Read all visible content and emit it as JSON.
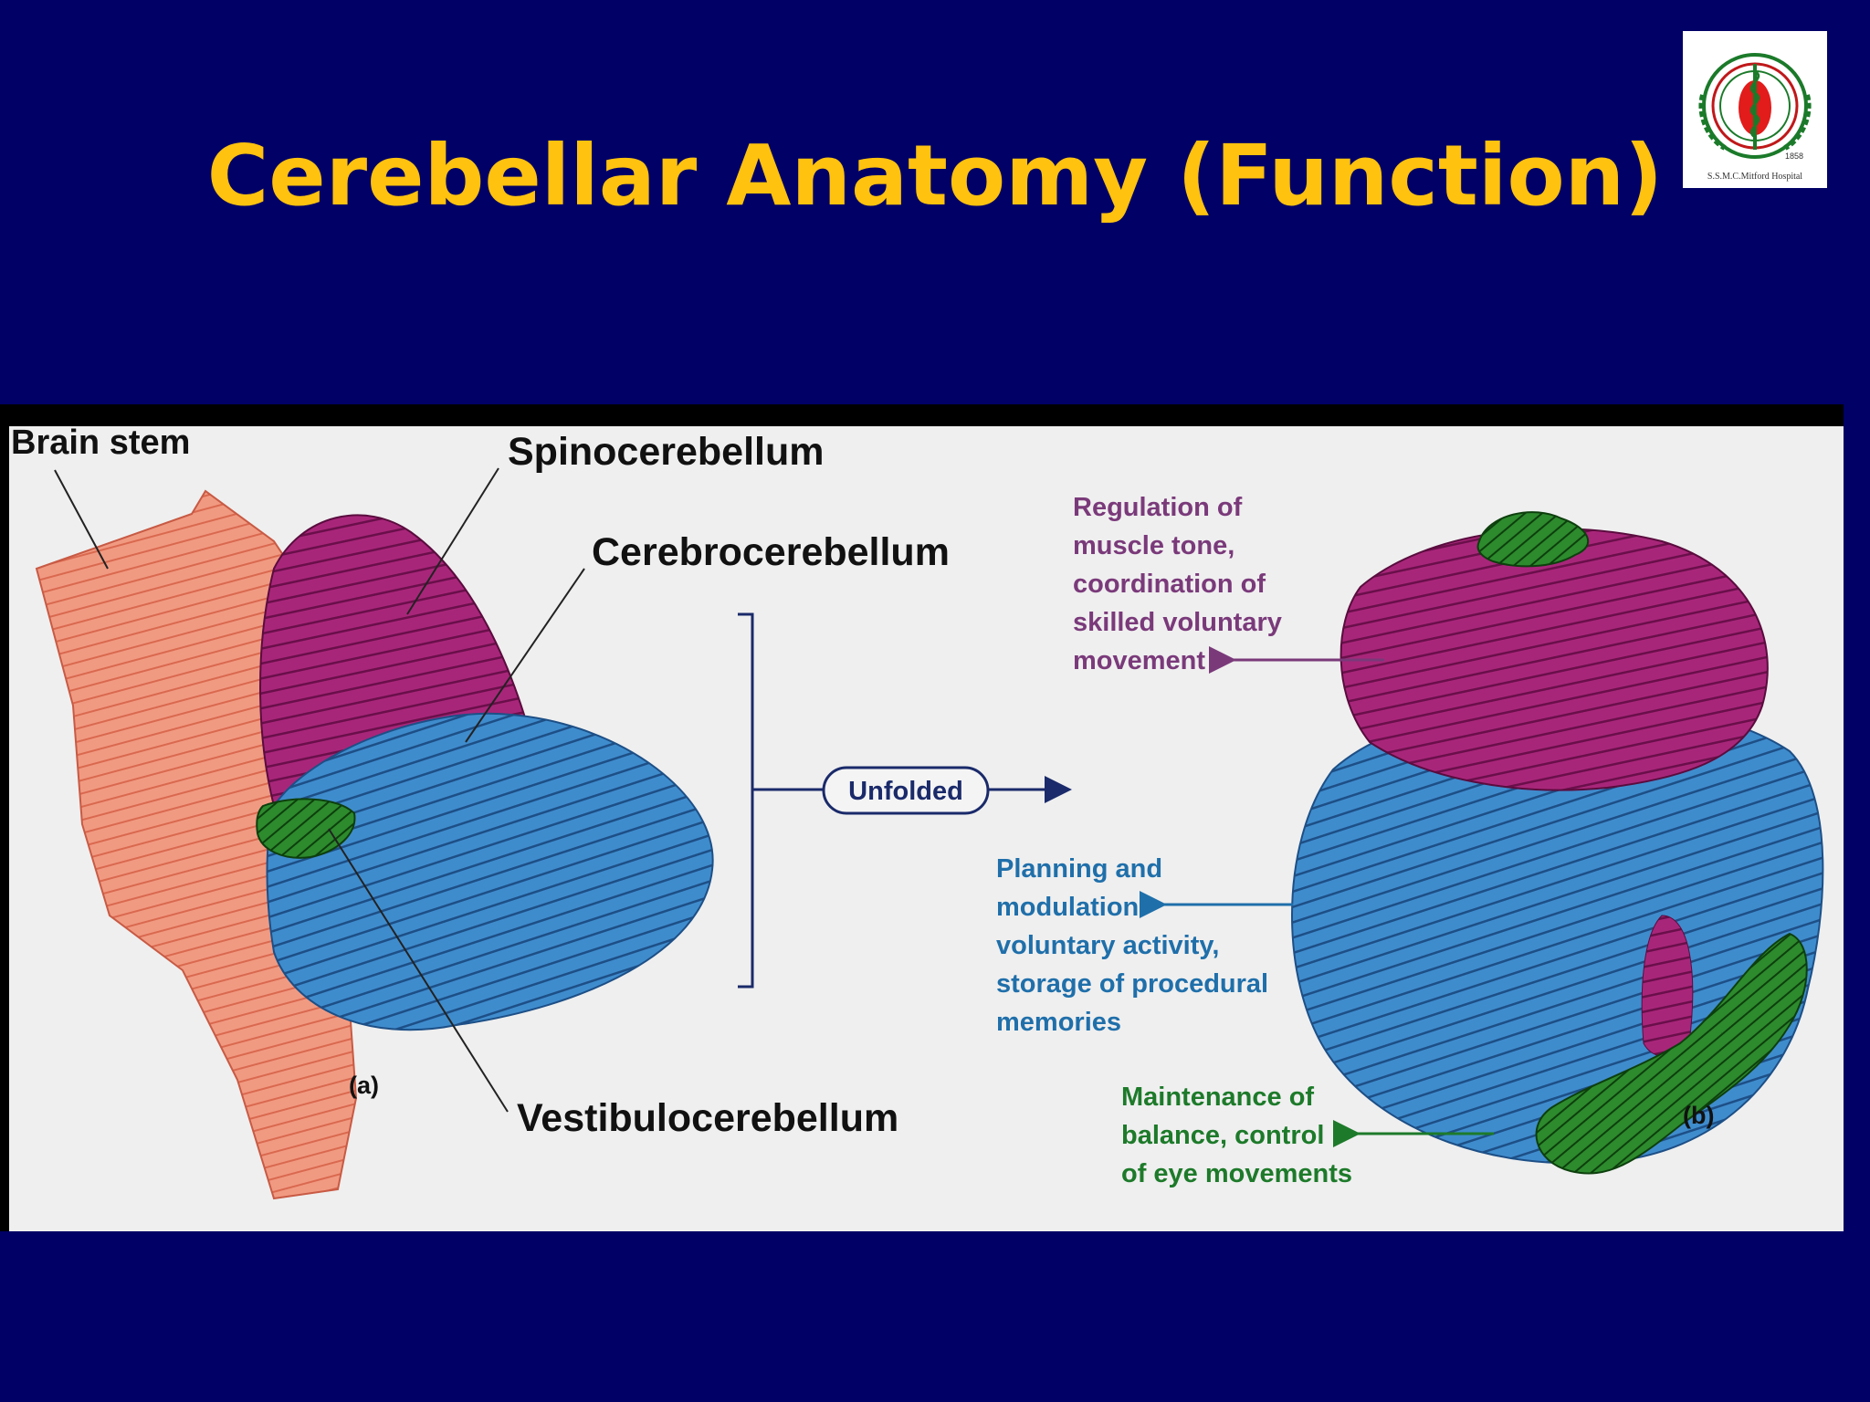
{
  "slide": {
    "title": "Cerebellar Anatomy (Function)",
    "background_color": "#000066",
    "title_color": "#ffc20e"
  },
  "logo": {
    "text": "S.S.M.C.Mitford Hospital",
    "year": "1858",
    "icon": "hospital-emblem-icon"
  },
  "figure": {
    "panel_a": {
      "label": "(a)",
      "brain_stem": "Brain stem",
      "spinocerebellum": "Spinocerebellum",
      "cerebrocerebellum": "Cerebrocerebellum",
      "vestibulocerebellum": "Vestibulocerebellum"
    },
    "unfolded": "Unfolded",
    "panel_b": {
      "label": "(b)",
      "spino_function": [
        "Regulation of",
        "muscle tone,",
        "coordination of",
        "skilled voluntary",
        "movement"
      ],
      "cerebro_function": [
        "Planning and",
        "modulation",
        "voluntary activity,",
        "storage of procedural",
        "memories"
      ],
      "vestibulo_function": [
        "Maintenance of",
        "balance, control",
        "of eye movements"
      ]
    },
    "colors": {
      "brain_stem": "#f08a70",
      "spinocerebellum": "#a8267a",
      "cerebrocerebellum": "#3d88c8",
      "vestibulocerebellum": "#1f6a1f",
      "spino_text": "#7a3a7a",
      "cerebro_text": "#1f6faa",
      "vestibulo_text": "#1d7a2a"
    }
  }
}
